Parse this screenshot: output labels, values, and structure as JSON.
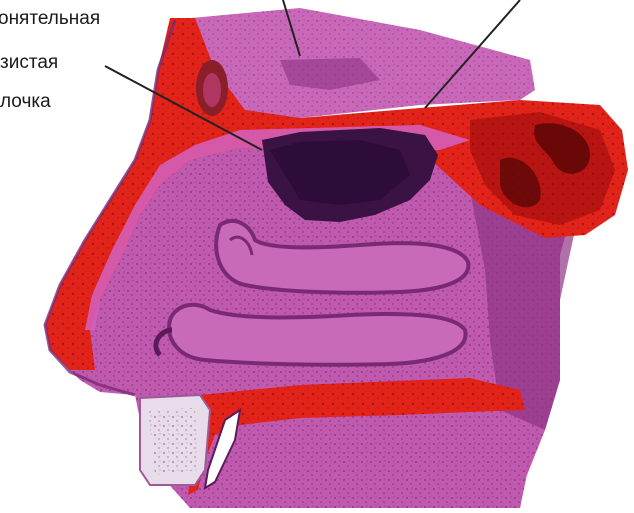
{
  "label_lines": [
    "онятельная",
    "зистая",
    "лочка"
  ],
  "colors": {
    "background": "#ffffff",
    "skin_pink": "#c65cb0",
    "tissue_magenta": "#a13f96",
    "dark_magenta": "#7a2a74",
    "mucosa_red": "#e2231a",
    "bone_red_dark": "#b81411",
    "olfactory_region": "#3a1243",
    "bone_white": "#e8dcea",
    "leader_line": "#222222"
  }
}
